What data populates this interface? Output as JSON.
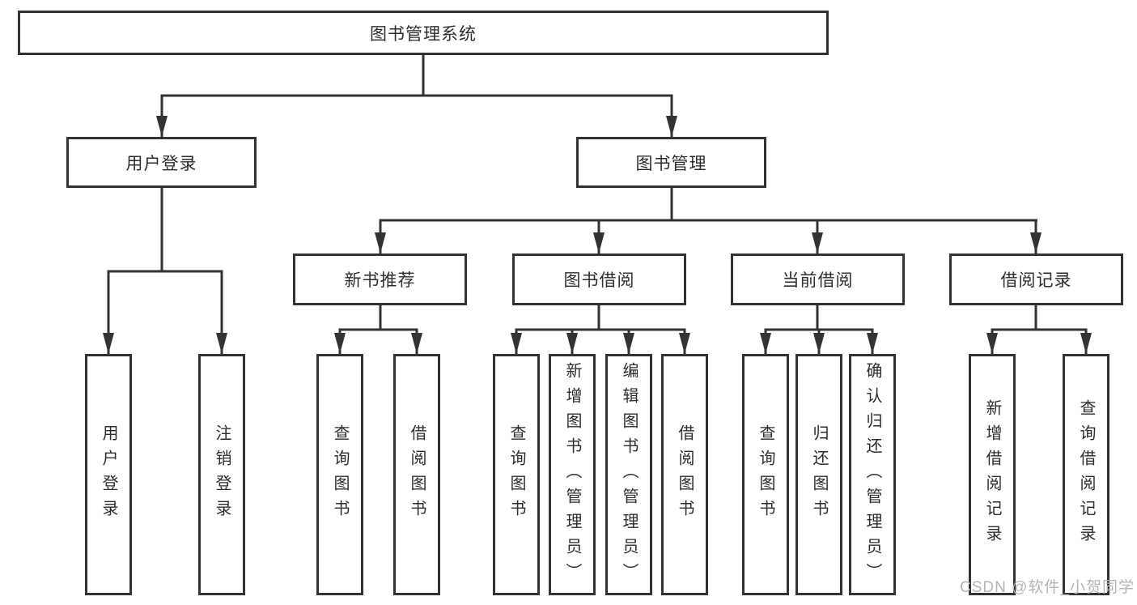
{
  "tree": {
    "root": "图书管理系统",
    "branches": [
      {
        "label": "用户登录",
        "children": [
          "用户登录",
          "注销登录"
        ]
      },
      {
        "label": "图书管理",
        "sub": [
          {
            "label": "新书推荐",
            "children": [
              "查询图书",
              "借阅图书"
            ]
          },
          {
            "label": "图书借阅",
            "children": [
              "查询图书",
              "新增图书（管理员）",
              "编辑图书（管理员）",
              "借阅图书"
            ]
          },
          {
            "label": "当前借阅",
            "children": [
              "查询图书",
              "归还图书",
              "确认归还（管理员）"
            ]
          },
          {
            "label": "借阅记录",
            "children": [
              "新增借阅记录",
              "查询借阅记录"
            ]
          }
        ]
      }
    ]
  },
  "watermark": "CSDN @软件_小贺同学",
  "colors": {
    "line": "#333333",
    "box_border": "#333333",
    "text": "#2d2d2d",
    "watermark": "#b5b5b5",
    "background": "#ffffff"
  }
}
